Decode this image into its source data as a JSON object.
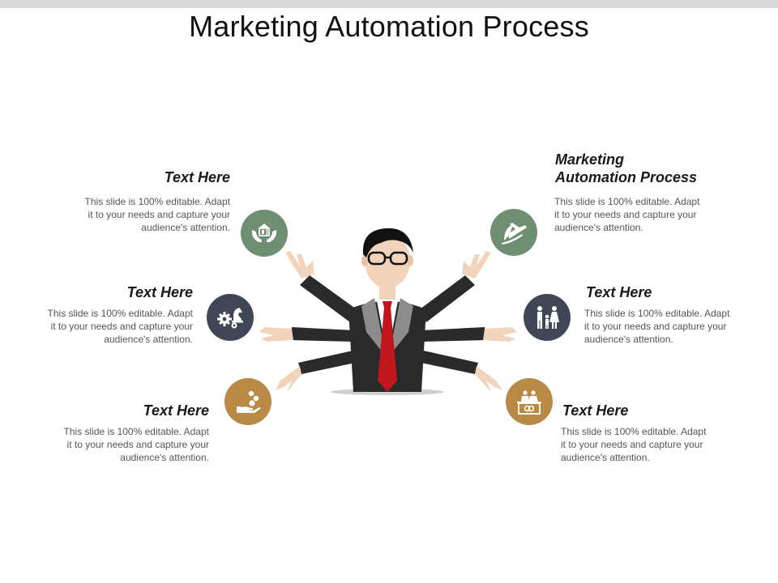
{
  "title": "Marketing Automation Process",
  "colors": {
    "green": "#6e8f72",
    "slate": "#3f4656",
    "bronze": "#b98a45",
    "tie": "#c0161c",
    "suit": "#2a2a2a",
    "skin": "#f2d3bc"
  },
  "items": [
    {
      "heading": "Text Here",
      "desc_lines": [
        "This slide is 100% editable. Adapt",
        "it to your needs and capture your",
        "audience's attention."
      ],
      "icon": "hands-house-people-icon",
      "color": "#6e8f72"
    },
    {
      "heading": "Text Here",
      "desc_lines": [
        "This slide is 100% editable. Adapt",
        "it to your needs and capture your",
        "audience's attention."
      ],
      "icon": "gears-chess-knight-icon",
      "color": "#3f4656"
    },
    {
      "heading": "Text Here",
      "desc_lines": [
        "This slide is 100% editable. Adapt",
        "it to your needs and capture your",
        "audience's attention."
      ],
      "icon": "hand-coins-icon",
      "color": "#b98a45"
    },
    {
      "heading_lines": [
        "Marketing",
        "Automation Process"
      ],
      "desc_lines": [
        "This slide is 100% editable. Adapt",
        "it to your needs and capture your",
        "audience's attention."
      ],
      "icon": "airplane-takeoff-icon",
      "color": "#6e8f72"
    },
    {
      "heading": "Text Here",
      "desc_lines": [
        "This slide is 100% editable. Adapt",
        "it to your needs and capture your",
        "audience's attention."
      ],
      "icon": "family-icon",
      "color": "#3f4656"
    },
    {
      "heading": "Text Here",
      "desc_lines": [
        "This slide is 100% editable. Adapt",
        "it to your needs and capture your",
        "audience's attention."
      ],
      "icon": "wedding-rings-couple-icon",
      "color": "#b98a45"
    }
  ]
}
